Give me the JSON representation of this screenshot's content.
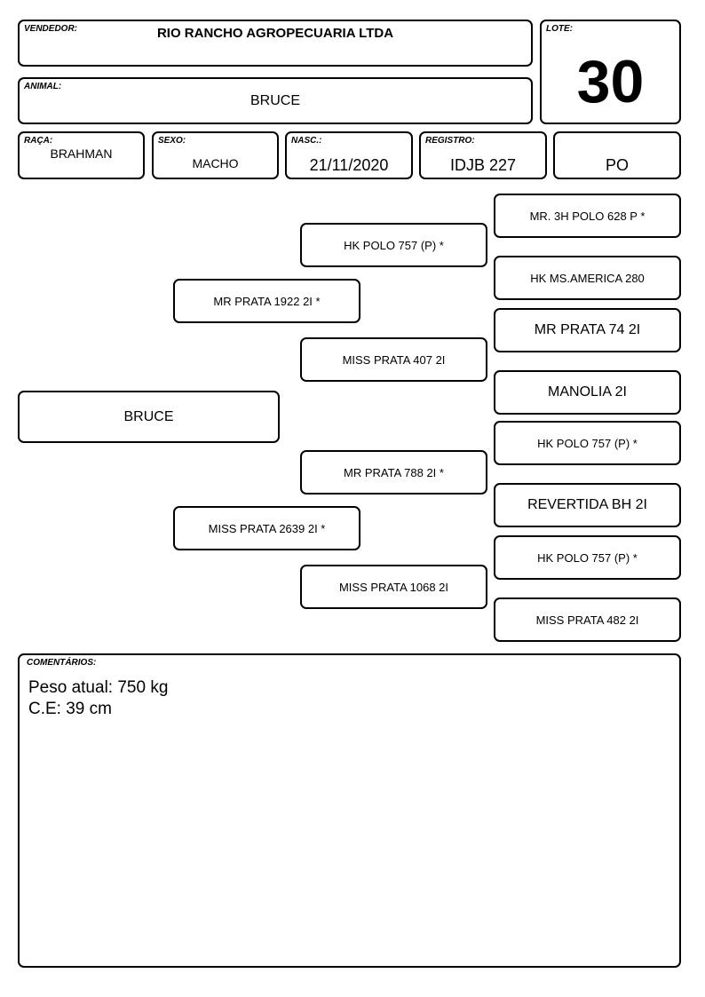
{
  "header": {
    "vendedor_label": "VENDEDOR:",
    "vendedor": "RIO RANCHO AGROPECUARIA LTDA",
    "animal_label": "ANIMAL:",
    "animal": "BRUCE",
    "lote_label": "LOTE:",
    "lote": "30"
  },
  "info": {
    "raca_label": "RAÇA:",
    "raca": "BRAHMAN",
    "sexo_label": "SEXO:",
    "sexo": "MACHO",
    "nasc_label": "NASC.:",
    "nasc": "21/11/2020",
    "registro_label": "REGISTRO:",
    "registro": "IDJB 227",
    "tipo": "PO"
  },
  "pedigree": {
    "animal": "BRUCE",
    "sire": "MR PRATA 1922 2I *",
    "dam": "MISS PRATA 2639 2I *",
    "sire_sire": "HK POLO 757 (P) *",
    "sire_dam": "MISS PRATA 407 2I",
    "dam_sire": "MR PRATA 788 2I *",
    "dam_dam": "MISS PRATA 1068 2I",
    "gg": [
      "MR. 3H POLO 628 P *",
      "HK MS.AMERICA 280",
      "MR PRATA 74 2I",
      "MANOLIA 2I",
      "HK POLO 757 (P) *",
      "REVERTIDA BH 2I",
      "HK POLO 757 (P) *",
      "MISS PRATA 482 2I"
    ]
  },
  "comments": {
    "label": "COMENTÁRIOS:",
    "lines": [
      "Peso atual: 750 kg",
      "C.E: 39 cm"
    ]
  }
}
